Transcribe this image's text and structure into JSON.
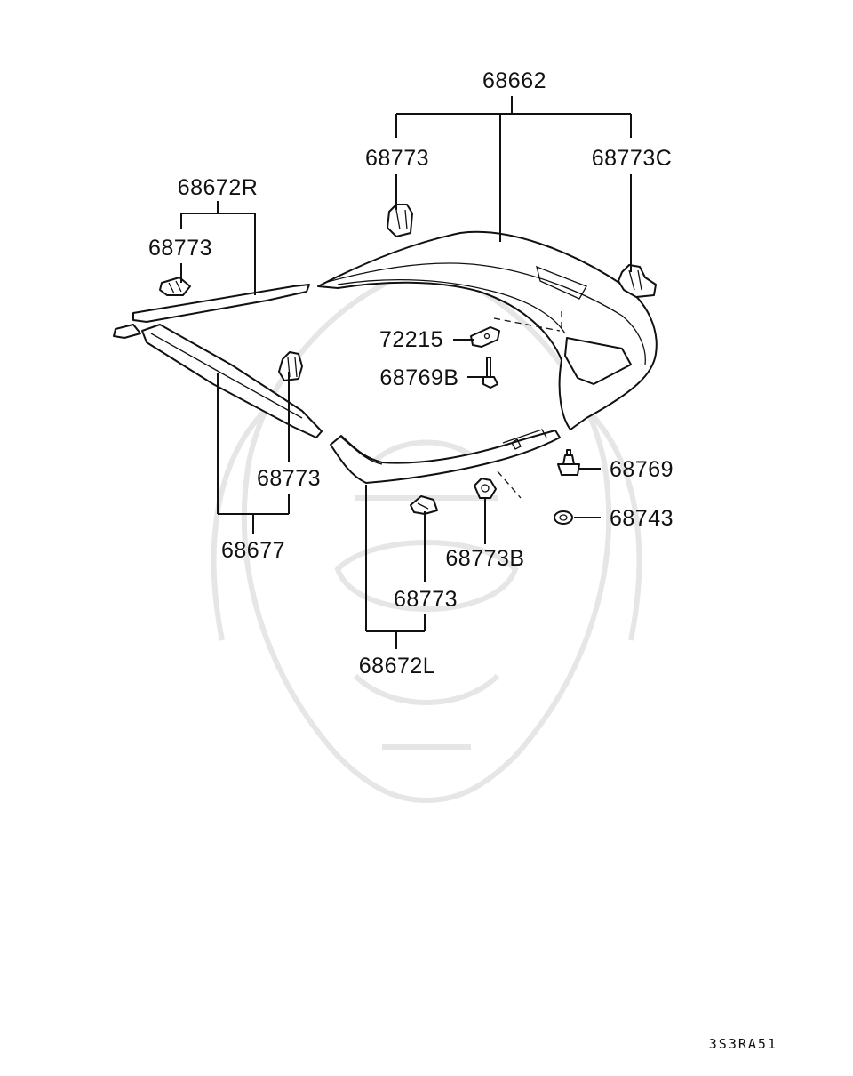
{
  "diagram": {
    "callouts": {
      "c68662": "68662",
      "c68773_top": "68773",
      "c68773C": "68773C",
      "c68672R": "68672R",
      "c68773_left": "68773",
      "c72215": "72215",
      "c68769B": "68769B",
      "c68773_mid": "68773",
      "c68677": "68677",
      "c68769": "68769",
      "c68743": "68743",
      "c68773B": "68773B",
      "c68773_bottom": "68773",
      "c68672L": "68672L"
    },
    "figure_code": "3S3RA51"
  }
}
